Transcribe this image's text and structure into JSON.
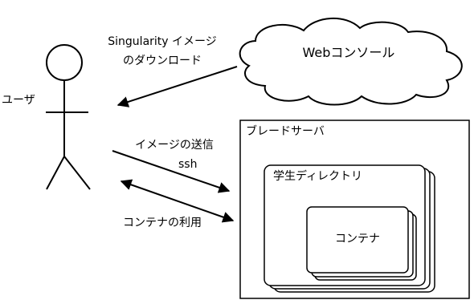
{
  "labels": {
    "user": "ユーザ",
    "download_line1": "Singularity イメージ",
    "download_line2": "のダウンロード",
    "web_console": "Webコンソール",
    "send_image": "イメージの送信",
    "ssh": "ssh",
    "use_container": "コンテナの利用",
    "blade_server": "ブレードサーバ",
    "student_directory": "学生ディレクトリ",
    "container": "コンテナ"
  }
}
